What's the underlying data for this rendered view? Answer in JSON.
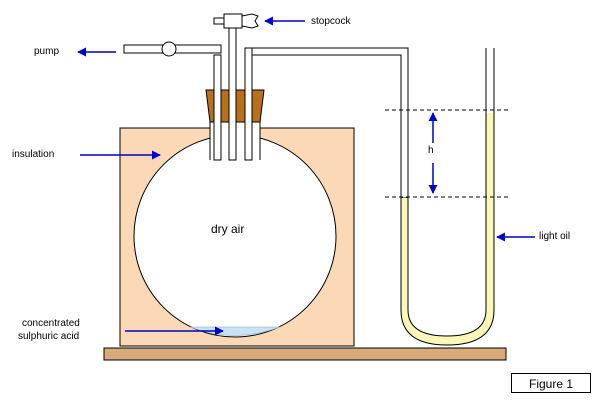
{
  "labels": {
    "stopcock": "stopcock",
    "pump": "pump",
    "insulation": "insulation",
    "dry_air": "dry air",
    "h": "h",
    "light_oil": "light oil",
    "acid_line1": "concentrated",
    "acid_line2": "sulphuric acid"
  },
  "figure_label": "Figure 1",
  "colors": {
    "insulation": "#fcd9b6",
    "oil": "#fbf7b8",
    "acid": "#c9e3f5",
    "bench": "#d9aa7a",
    "stopper": "#b86f1f",
    "arrow": "#0000c8"
  }
}
